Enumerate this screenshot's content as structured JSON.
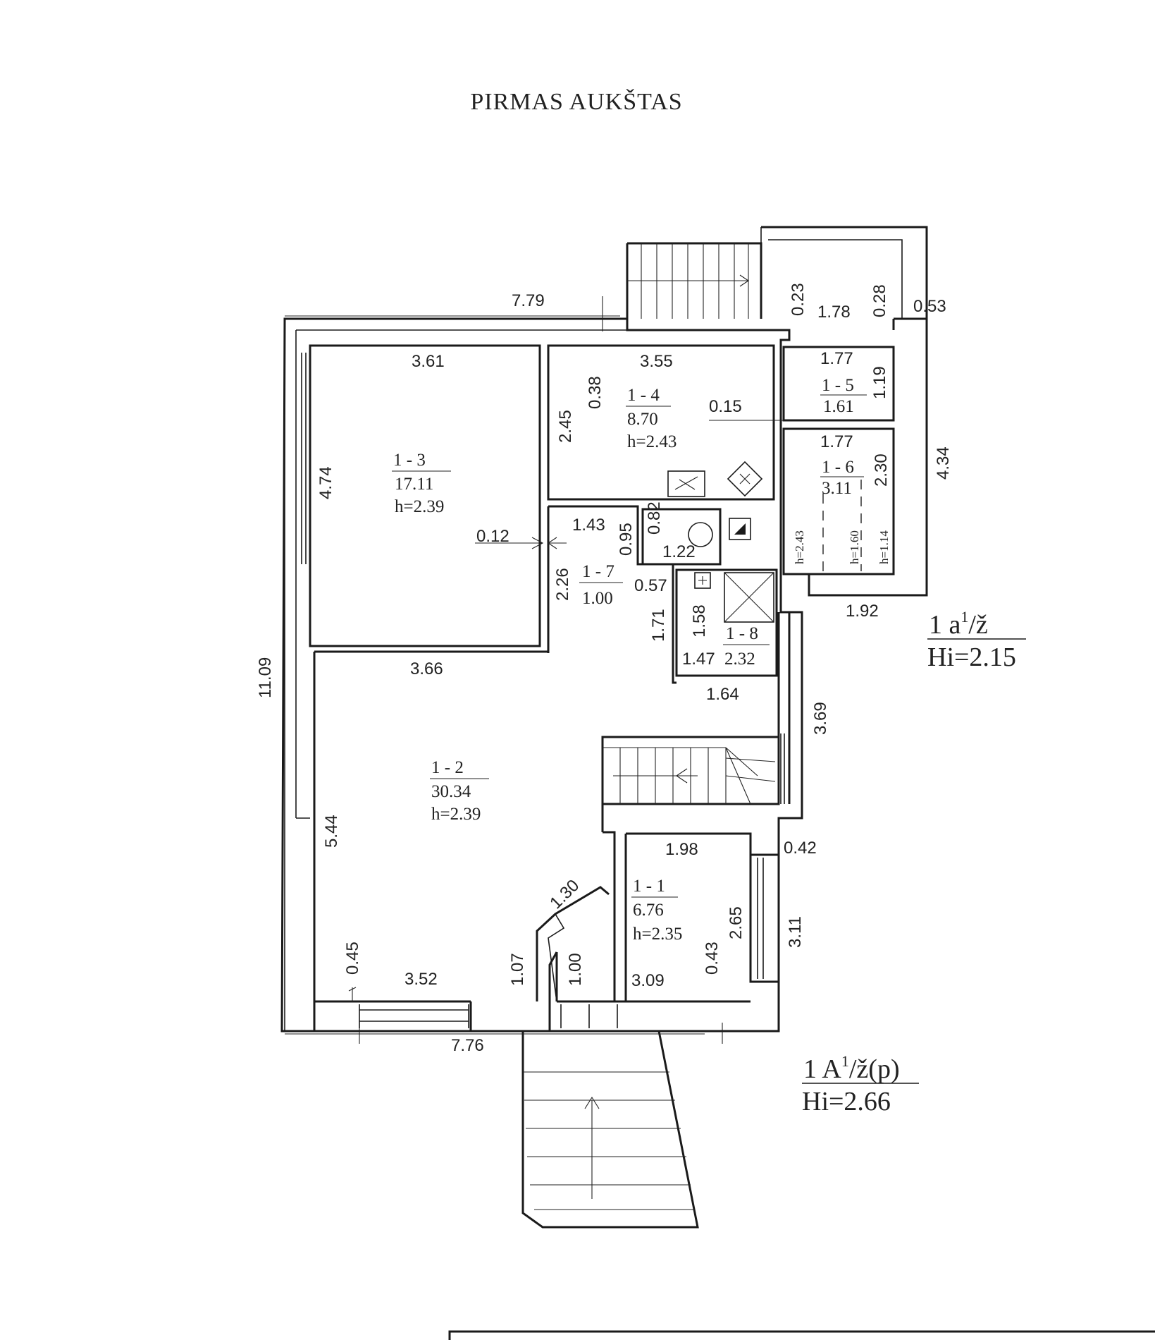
{
  "title": "PIRMAS AUKŠTAS",
  "rooms": {
    "r13": {
      "id": "1 - 3",
      "area": "17.11",
      "height": "h=2.39"
    },
    "r14": {
      "id": "1 - 4",
      "area": "8.70",
      "height": "h=2.43"
    },
    "r15": {
      "id": "1 - 5",
      "area": "1.61"
    },
    "r16": {
      "id": "1 - 6",
      "area": "3.11"
    },
    "r17": {
      "id": "1 - 7",
      "area": "1.00"
    },
    "r18": {
      "id": "1 - 8",
      "area": "2.32"
    },
    "r12": {
      "id": "1 - 2",
      "area": "30.34",
      "height": "h=2.39"
    },
    "r11": {
      "id": "1 - 1",
      "area": "6.76",
      "height": "h=2.35"
    }
  },
  "dims": {
    "d779": "7.79",
    "d361": "3.61",
    "d355": "3.55",
    "d023": "0.23",
    "d178": "1.78",
    "d028": "0.28",
    "d053": "0.53",
    "d177a": "1.77",
    "d119": "1.19",
    "d177b": "1.77",
    "d230": "2.30",
    "d038": "0.38",
    "d015": "0.15",
    "d245": "2.45",
    "d474": "4.74",
    "d012": "0.12",
    "d143": "1.43",
    "d095": "0.95",
    "d082": "0.82",
    "d122": "1.22",
    "d226": "2.26",
    "d057": "0.57",
    "d171": "1.71",
    "d158": "1.58",
    "d147": "1.47",
    "d243v": "h=2.43",
    "d160v": "h=1.60",
    "d114v": "h=1.14",
    "d434": "4.34",
    "d192": "1.92",
    "d366": "3.66",
    "d1109": "11.09",
    "d164": "1.64",
    "d369": "3.69",
    "d544": "5.44",
    "d198": "1.98",
    "d042": "0.42",
    "d130": "1.30",
    "d265": "2.65",
    "d311": "3.11",
    "d045": "0.45",
    "d352": "3.52",
    "d107": "1.07",
    "d100": "1.00",
    "d309": "3.09",
    "d043": "0.43",
    "d776": "7.76"
  },
  "blocks": {
    "b1_line1": "1 a",
    "b1_sup": "1",
    "b1_rest": "/ž",
    "b1_line2": "Hi=2.15",
    "b2_line1": "1 A",
    "b2_sup": "1",
    "b2_rest": "/ž(p)",
    "b2_line2": "Hi=2.66"
  }
}
